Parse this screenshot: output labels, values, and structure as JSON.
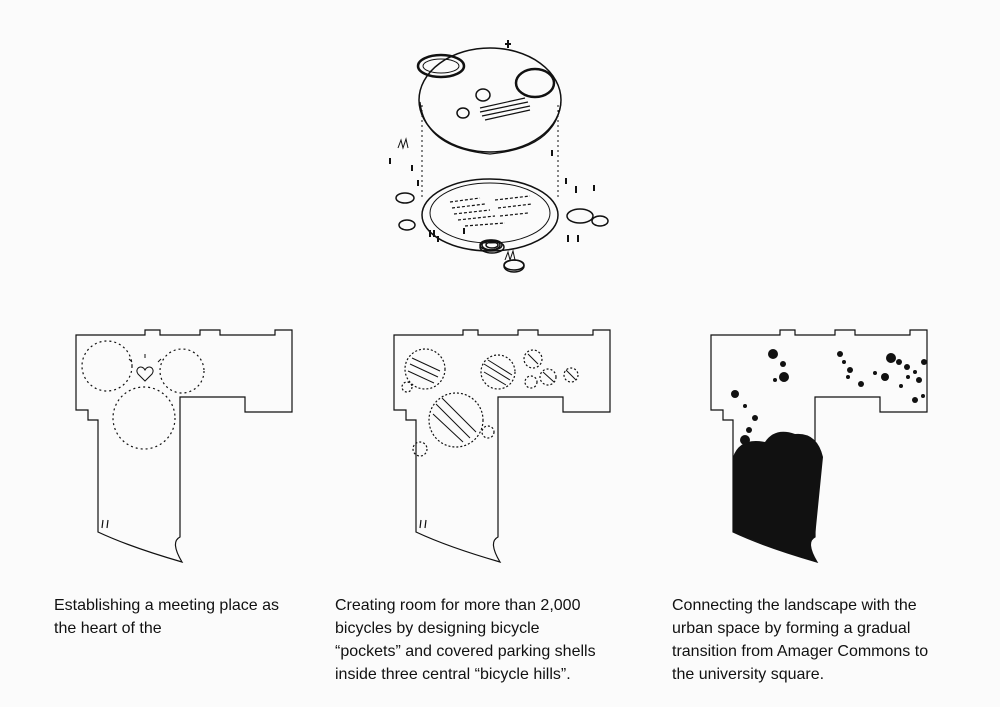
{
  "captions": [
    {
      "lines": [
        "Establishing a meeting place as",
        "the heart of the"
      ]
    },
    {
      "lines": [
        "Creating room for more than 2,000",
        "bicycles by designing bicycle",
        "“pockets” and covered parking shells",
        "inside three central “bicycle hills”."
      ]
    },
    {
      "lines": [
        "Connecting the landscape with the",
        "urban space by forming a gradual",
        "transition from Amager Commons to",
        "the university square."
      ]
    }
  ]
}
